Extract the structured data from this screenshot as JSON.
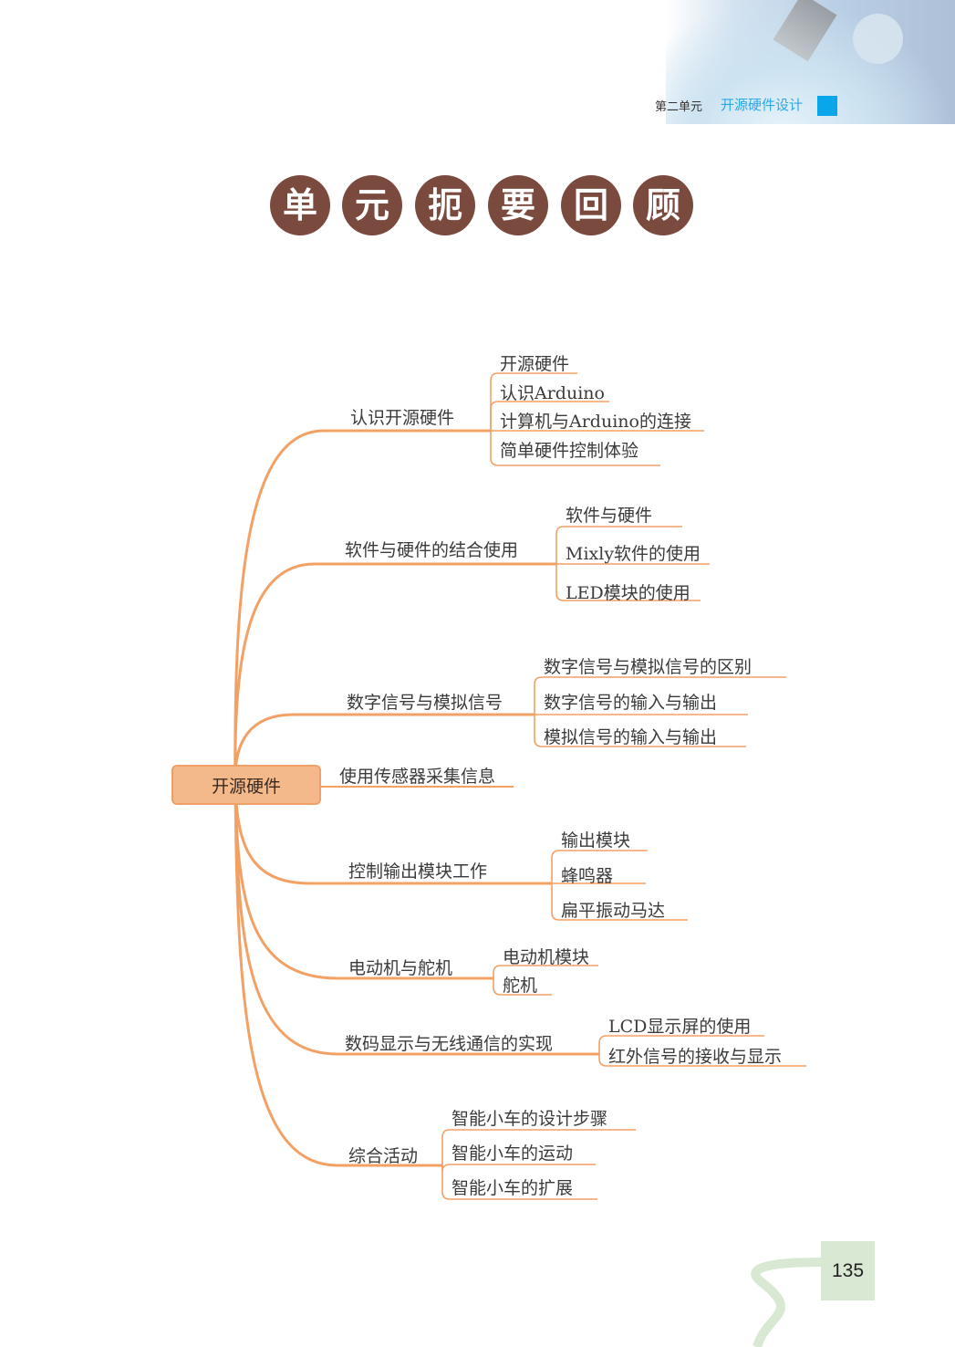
{
  "header": {
    "unit_label": "第二单元",
    "unit_title": "开源硬件设计"
  },
  "title_chars": [
    "单",
    "元",
    "扼",
    "要",
    "回",
    "顾"
  ],
  "mindmap": {
    "root": "开源硬件",
    "branches": [
      {
        "label": "认识开源硬件",
        "children": [
          "开源硬件",
          "认识Arduino",
          "计算机与Arduino的连接",
          "简单硬件控制体验"
        ]
      },
      {
        "label": "软件与硬件的结合使用",
        "children": [
          "软件与硬件",
          "Mixly软件的使用",
          "LED模块的使用"
        ]
      },
      {
        "label": "数字信号与模拟信号",
        "children": [
          "数字信号与模拟信号的区别",
          "数字信号的输入与输出",
          "模拟信号的输入与输出"
        ]
      },
      {
        "label": "使用传感器采集信息",
        "children": []
      },
      {
        "label": "控制输出模块工作",
        "children": [
          "输出模块",
          "蜂鸣器",
          "扁平振动马达"
        ]
      },
      {
        "label": "电动机与舵机",
        "children": [
          "电动机模块",
          "舵机"
        ]
      },
      {
        "label": "数码显示与无线通信的实现",
        "children": [
          "LCD显示屏的使用",
          "红外信号的接收与显示"
        ]
      },
      {
        "label": "综合活动",
        "children": [
          "智能小车的设计步骤",
          "智能小车的运动",
          "智能小车的扩展"
        ]
      }
    ]
  },
  "colors": {
    "line": "#f3a065",
    "title_circle": "#7b4a3f",
    "accent": "#0aa6ea"
  },
  "page_number": "135"
}
